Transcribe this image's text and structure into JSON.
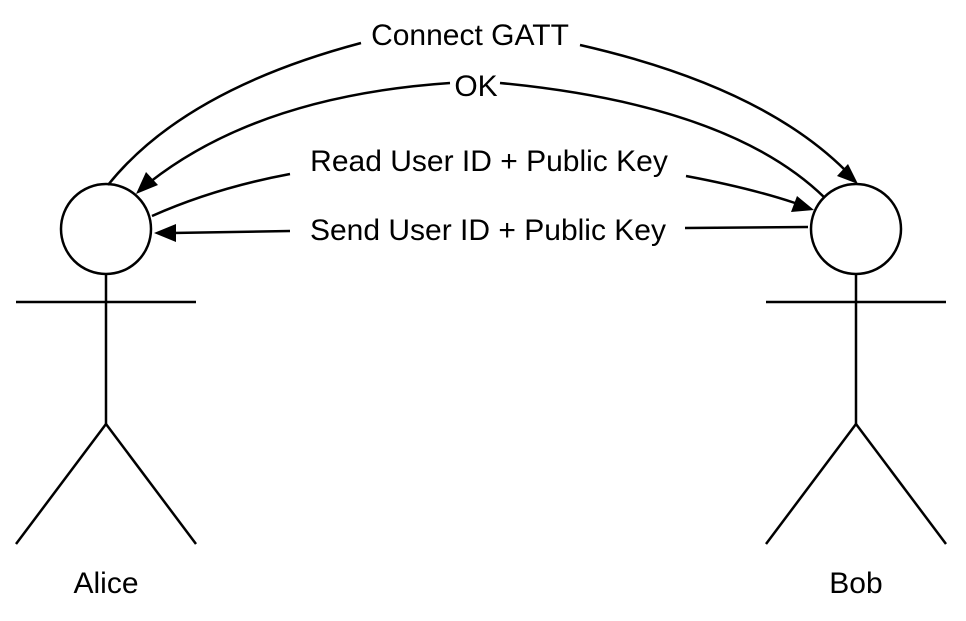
{
  "actors": {
    "left": {
      "name": "Alice"
    },
    "right": {
      "name": "Bob"
    }
  },
  "messages": [
    {
      "label": "Connect GATT",
      "from": "Alice",
      "to": "Bob"
    },
    {
      "label": "OK",
      "from": "Bob",
      "to": "Alice"
    },
    {
      "label": "Read User ID + Public Key",
      "from": "Alice",
      "to": "Bob"
    },
    {
      "label": "Send User ID + Public Key",
      "from": "Bob",
      "to": "Alice"
    }
  ],
  "colors": {
    "stroke": "#000000",
    "background": "#ffffff"
  }
}
